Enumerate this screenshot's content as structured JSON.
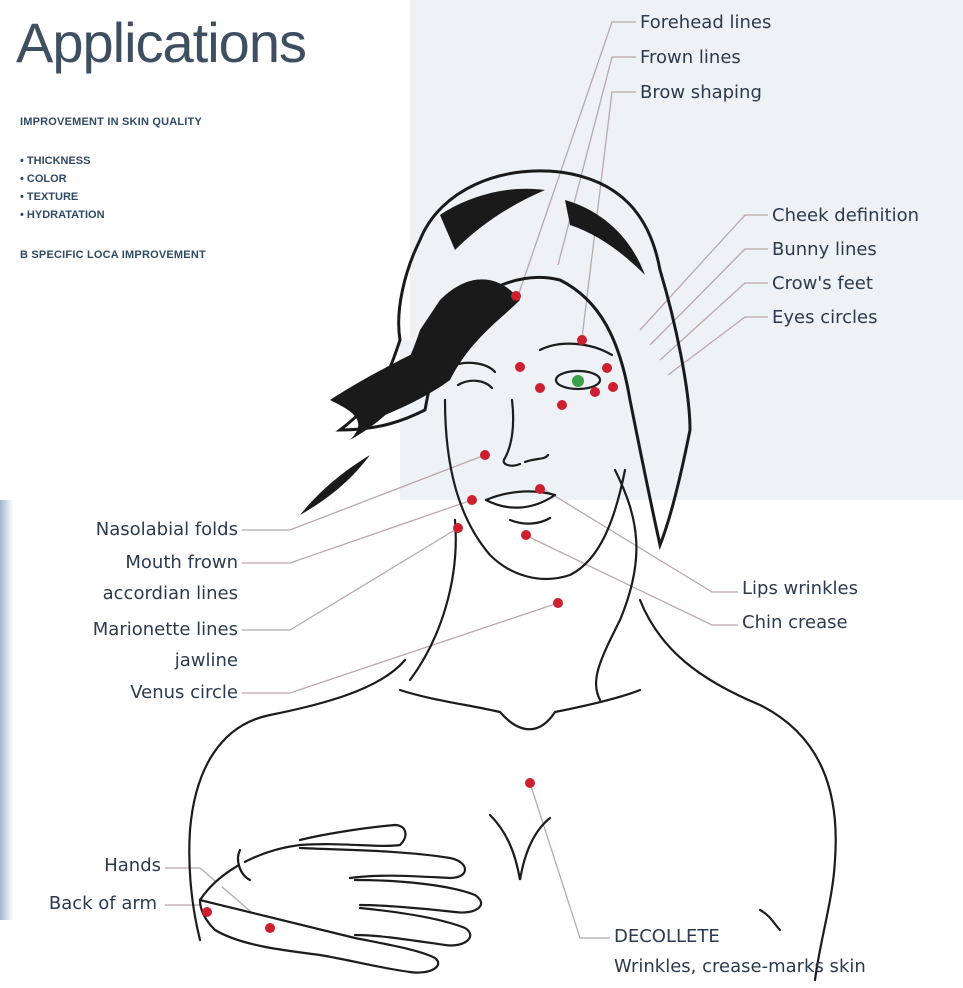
{
  "title": "Applications",
  "subtitle": "IMPROVEMENT IN SKIN QUALITY",
  "quality_items": [
    "• THICKNESS",
    "• COLOR",
    "• TEXTURE",
    "• HYDRATATION"
  ],
  "specific_note": "B SPECIFIC LOCA IMPROVEMENT",
  "labels": {
    "forehead_lines": "Forehead lines",
    "frown_lines": "Frown lines",
    "brow_shaping": "Brow shaping",
    "cheek_definition": "Cheek definition",
    "bunny_lines": "Bunny lines",
    "crows_feet": "Crow's feet",
    "eyes_circles": "Eyes circles",
    "nasolabial_folds": "Nasolabial folds",
    "mouth_frown": "Mouth frown",
    "accordian_lines": "accordian lines",
    "marionette_lines": "Marionette lines",
    "jawline": "jawline",
    "venus_circle": "Venus circle",
    "lips_wrinkles": "Lips wrinkles",
    "chin_crease": "Chin crease",
    "hands": "Hands",
    "back_of_arm": "Back of arm",
    "decollete": "DECOLLETE",
    "decollete_desc": "Wrinkles, crease-marks skin"
  },
  "colors": {
    "marker": "#cc1f2f",
    "leader_line": "#b9a9ab",
    "outline": "#1c1c1c",
    "eye": "#3aa04a"
  }
}
